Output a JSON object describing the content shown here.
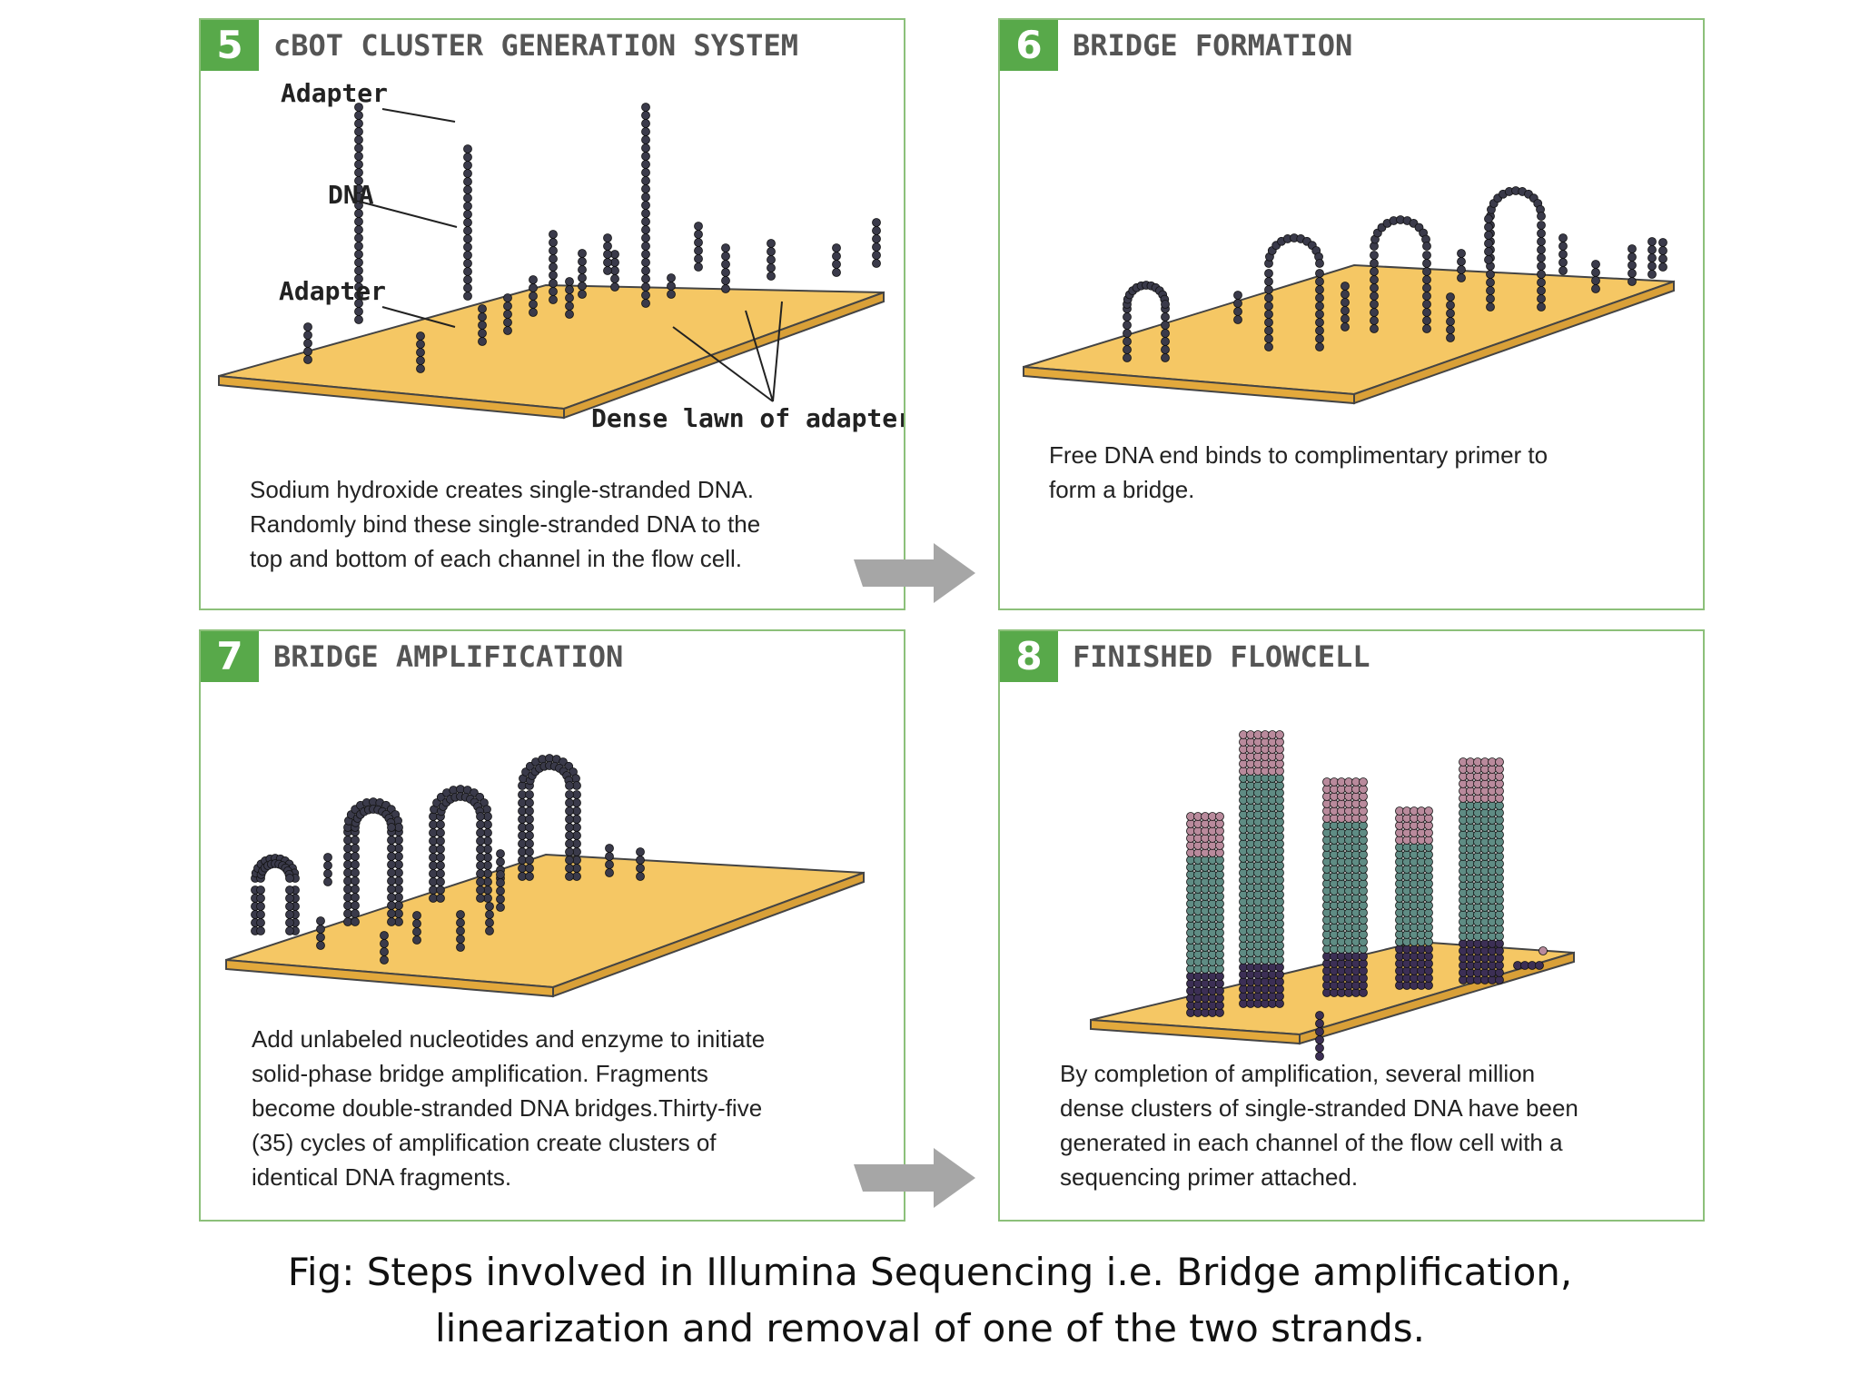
{
  "panels": {
    "p5": {
      "number": "5",
      "title": "cBOT CLUSTER GENERATION SYSTEM",
      "labels": {
        "adapter_top": "Adapter",
        "dna": "DNA",
        "adapter_bottom": "Adapter",
        "dense_lawn": "Dense lawn of adapters"
      },
      "description": [
        "Sodium hydroxide creates single-stranded DNA.",
        "Randomly bind these single-stranded DNA to the",
        "top and bottom of each channel in the flow cell."
      ]
    },
    "p6": {
      "number": "6",
      "title": "BRIDGE FORMATION",
      "description": [
        "Free DNA end binds to complimentary primer to",
        "form a bridge."
      ]
    },
    "p7": {
      "number": "7",
      "title": "BRIDGE AMPLIFICATION",
      "description": [
        "Add unlabeled nucleotides and enzyme to initiate",
        "solid-phase bridge amplification. Fragments",
        "become double-stranded DNA bridges.Thirty-five",
        "(35) cycles of amplification create clusters of",
        "identical DNA fragments."
      ]
    },
    "p8": {
      "number": "8",
      "title": "FINISHED FLOWCELL",
      "description": [
        "By completion of amplification, several million",
        "dense clusters of single-stranded DNA have been",
        "generated in each channel of the flow cell with a",
        "sequencing primer attached."
      ]
    }
  },
  "caption": {
    "line1": "Fig: Steps involved in Illumina Sequencing  i.e. Bridge amplification,",
    "line2": "linearization and removal of one of the two strands."
  },
  "colors": {
    "panel_border": "#8cc07a",
    "number_badge": "#58a94a",
    "flowcell_top": "#f5c764",
    "flowcell_edge": "#e3a93c",
    "dna_dark": "#3a3a4a",
    "cluster_teal": "#5f8c84",
    "cluster_pink": "#b98a9c",
    "cluster_purple": "#3c2f55",
    "arrow_grey": "#a6a6a6"
  }
}
